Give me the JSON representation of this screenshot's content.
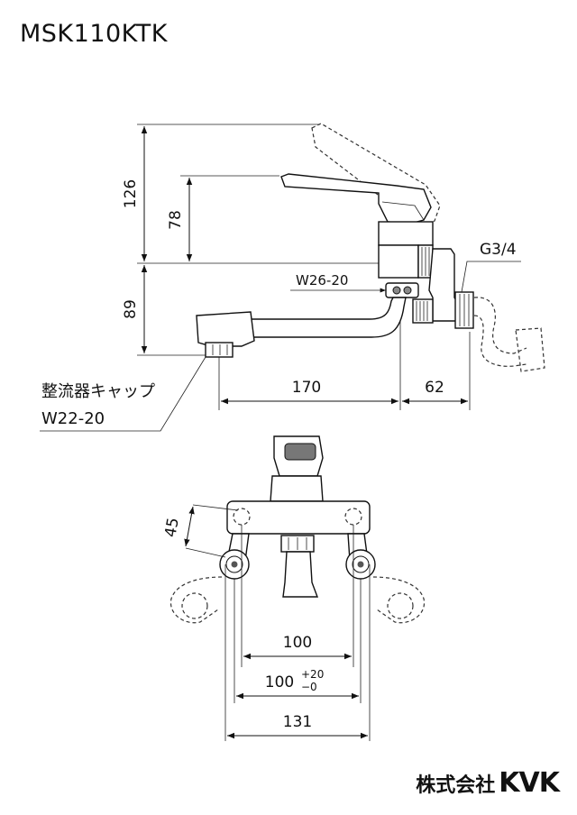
{
  "model": "MSK110KTK",
  "side_view": {
    "dims": {
      "height_total": "126",
      "height_handle": "78",
      "height_spout": "89",
      "reach_spout": "170",
      "reach_body": "62"
    },
    "callouts": {
      "nut": "W26-20",
      "thread": "G3/4",
      "aerator_line1": "整流器キャップ",
      "aerator_line2": "W22-20"
    }
  },
  "front_view": {
    "dims": {
      "mount_offset": "45",
      "centers": "100",
      "centers_tol_base": "100",
      "tol_plus": "+20",
      "tol_minus": "−0",
      "overall_width": "131"
    }
  },
  "brand": {
    "jp": "株式会社",
    "name": "KVK"
  }
}
